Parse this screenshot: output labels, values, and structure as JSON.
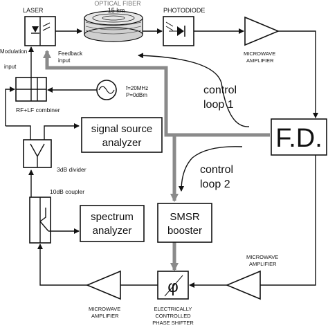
{
  "labels": {
    "laser": "LASER",
    "optical_fiber": "OPTICAL FIBER",
    "fiber_length": "15 km",
    "photodiode": "PHOTODIODE",
    "microwave_amp_top_1": "MICROWAVE",
    "microwave_amp_top_2": "AMPLIFIER",
    "modulation_input_1": "Modulation",
    "modulation_input_2": "input",
    "feedback_input_1": "Feedback",
    "feedback_input_2": "input",
    "control_loop_1_a": "control",
    "control_loop_1_b": "loop 1",
    "rf_lf_combiner": "RF+LF combiner",
    "freq": "f=20MHz",
    "power": "P=0dBm",
    "signal_source_analyzer_1": "signal source",
    "signal_source_analyzer_2": "analyzer",
    "fd": "F.D.",
    "divider_3db": "3dB divider",
    "control_loop_2_a": "control",
    "control_loop_2_b": "loop 2",
    "coupler_10db": "10dB coupler",
    "spectrum_analyzer_1": "spectrum",
    "spectrum_analyzer_2": "analyzer",
    "smsr_booster_1": "SMSR",
    "smsr_booster_2": "booster",
    "microwave_amp_right_1": "MICROWAVE",
    "microwave_amp_right_2": "AMPLIFIER",
    "microwave_amp_left_1": "MICROWAVE",
    "microwave_amp_left_2": "AMPLIFIER",
    "phase_shifter_1": "ELECTRICALLY",
    "phase_shifter_2": "CONTROLLED",
    "phase_shifter_3": "PHASE SHIFTER",
    "phi": "φ"
  },
  "colors": {
    "line": "#111111",
    "feedback_path": "#8a8a8a",
    "fiber_label": "#777777"
  }
}
